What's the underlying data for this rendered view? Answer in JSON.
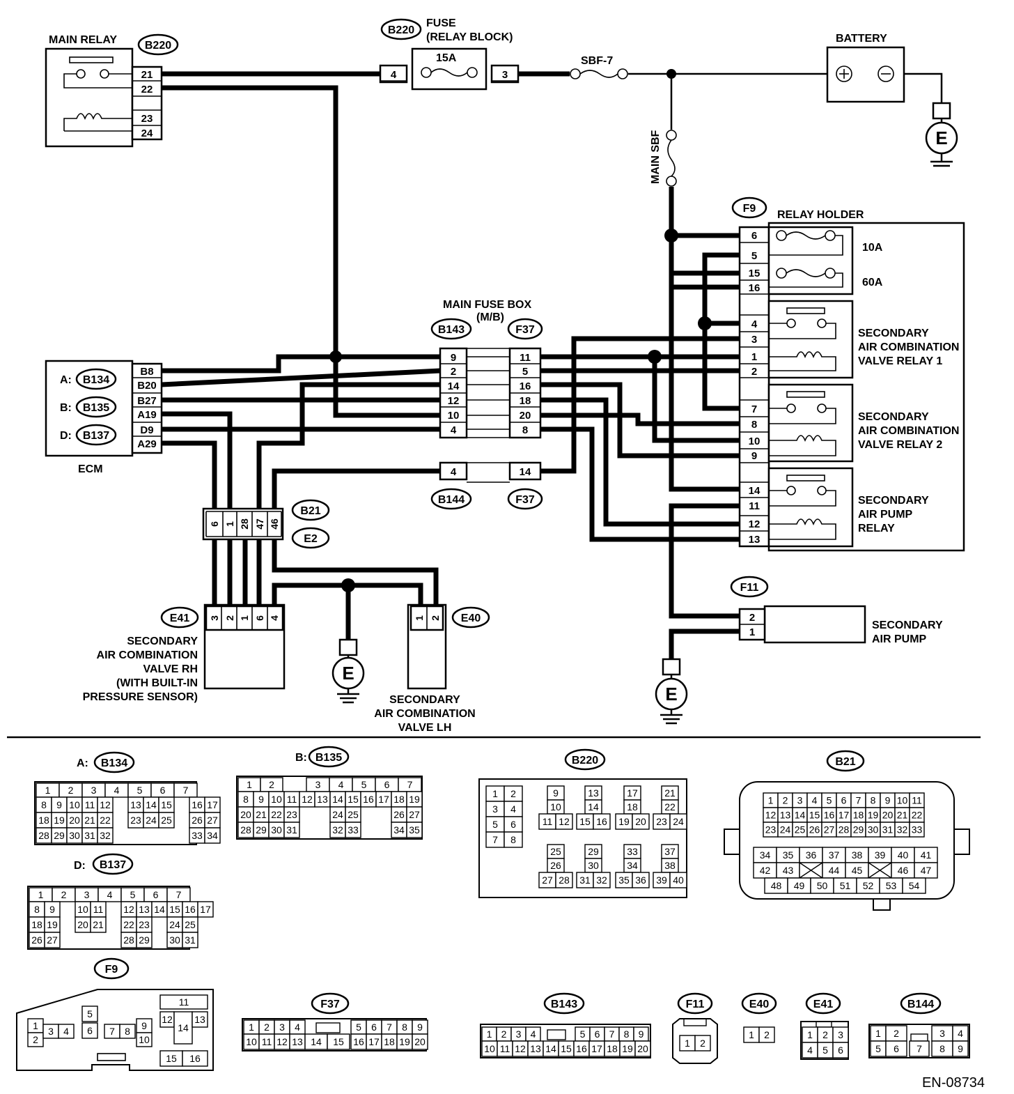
{
  "diagram_code": "EN-08734",
  "components": {
    "main_relay": "MAIN RELAY",
    "fuse_title": "FUSE",
    "fuse_sub": "(RELAY BLOCK)",
    "fuse_rating": "15A",
    "sbf7": "SBF-7",
    "battery": "BATTERY",
    "main_sbf": "MAIN SBF",
    "relay_holder": "RELAY HOLDER",
    "fuse_10a": "10A",
    "fuse_60a": "60A",
    "main_fuse_box": "MAIN FUSE BOX",
    "mb": "(M/B)",
    "ecm": "ECM",
    "relay1": [
      "SECONDARY",
      "AIR COMBINATION",
      "VALVE RELAY 1"
    ],
    "relay2": [
      "SECONDARY",
      "AIR COMBINATION",
      "VALVE RELAY 2"
    ],
    "pump_relay": [
      "SECONDARY",
      "AIR PUMP",
      "RELAY"
    ],
    "pump": [
      "SECONDARY",
      "AIR PUMP"
    ],
    "valve_rh": [
      "SECONDARY",
      "AIR COMBINATION",
      "VALVE RH",
      "(WITH BUILT-IN",
      "PRESSURE SENSOR)"
    ],
    "valve_lh": [
      "SECONDARY",
      "AIR COMBINATION",
      "VALVE LH"
    ],
    "ground": "E"
  },
  "tags": {
    "B220": "B220",
    "B134": "B134",
    "B135": "B135",
    "B137": "B137",
    "B143": "B143",
    "B144": "B144",
    "F37": "F37",
    "F9": "F9",
    "F11": "F11",
    "B21": "B21",
    "E2": "E2",
    "E41": "E41",
    "E40": "E40"
  },
  "ecm_prefixes": [
    "A:",
    "B:",
    "D:"
  ],
  "pins": {
    "main_relay": [
      "21",
      "22",
      "23",
      "24"
    ],
    "fuse": [
      "4",
      "3"
    ],
    "ecm": [
      "B8",
      "B20",
      "B27",
      "A19",
      "D9",
      "A29"
    ],
    "b143": [
      "9",
      "2",
      "14",
      "12",
      "10",
      "4"
    ],
    "f37": [
      "11",
      "5",
      "16",
      "18",
      "20",
      "8"
    ],
    "b144": "4",
    "f37_b": "14",
    "relay_holder": [
      "6",
      "5",
      "15",
      "16",
      "4",
      "3",
      "1",
      "2",
      "7",
      "8",
      "10",
      "9",
      "14",
      "11",
      "12",
      "13"
    ],
    "b21": [
      "6",
      "1",
      "28",
      "47",
      "46"
    ],
    "e41": [
      "3",
      "2",
      "1",
      "6",
      "4"
    ],
    "e40": [
      "1",
      "2"
    ],
    "f11": [
      "2",
      "1"
    ]
  },
  "face_labels": {
    "b134": "A:",
    "b135": "B:",
    "b137": "D:",
    "b134_tag": "B134",
    "b135_tag": "B135",
    "b137_tag": "B137",
    "b220_tag": "B220",
    "b21_tag": "B21",
    "f9_tag": "F9",
    "f37_tag": "F37",
    "b143_tag": "B143",
    "f11_tag": "F11",
    "e40_tag": "E40",
    "e41_tag": "E41",
    "b144_tag": "B144"
  }
}
